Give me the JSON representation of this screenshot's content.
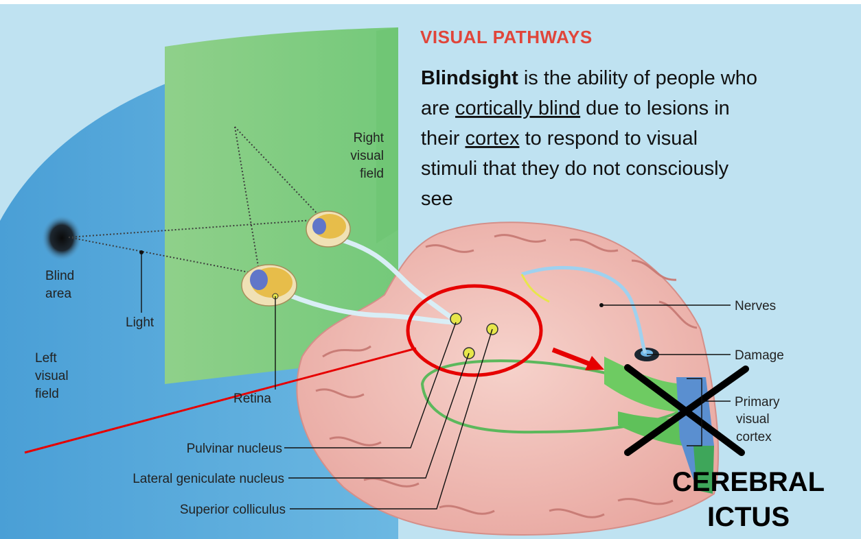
{
  "header": {
    "section_title": "VISUAL PATHWAYS"
  },
  "definition": {
    "term": "Blindsight",
    "part1": " is the ability of people who",
    "line2_pre": "are ",
    "line2_link": "cortically blind",
    "line2_post": " due to lesions in",
    "line3_pre": "their ",
    "line3_link": "cortex",
    "line3_post": " to respond to visual",
    "line4": "stimuli that they do not consciously",
    "line5": "see"
  },
  "fields": {
    "right_line1": "Right",
    "right_line2": "visual",
    "right_line3": "field",
    "left_line1": "Left",
    "left_line2": "visual",
    "left_line3": "field",
    "blind_line1": "Blind",
    "blind_line2": "area",
    "light": "Light",
    "retina": "Retina"
  },
  "brain_labels": {
    "nerves": "Nerves",
    "damage": "Damage",
    "primary_line1": "Primary",
    "primary_line2": "visual",
    "primary_line3": "cortex",
    "pulvinar": "Pulvinar nucleus",
    "lgn": "Lateral geniculate nucleus",
    "colliculus": "Superior colliculus"
  },
  "stamp": {
    "line1": "CEREBRAL",
    "line2": "ICTUS"
  },
  "colors": {
    "background": "#b9dff0",
    "field_green": "#7fcf7c",
    "field_blue": "#5aa9dc",
    "brain": "#f1bcb6",
    "accent_red": "#e60000",
    "title_red": "#e0453a"
  }
}
